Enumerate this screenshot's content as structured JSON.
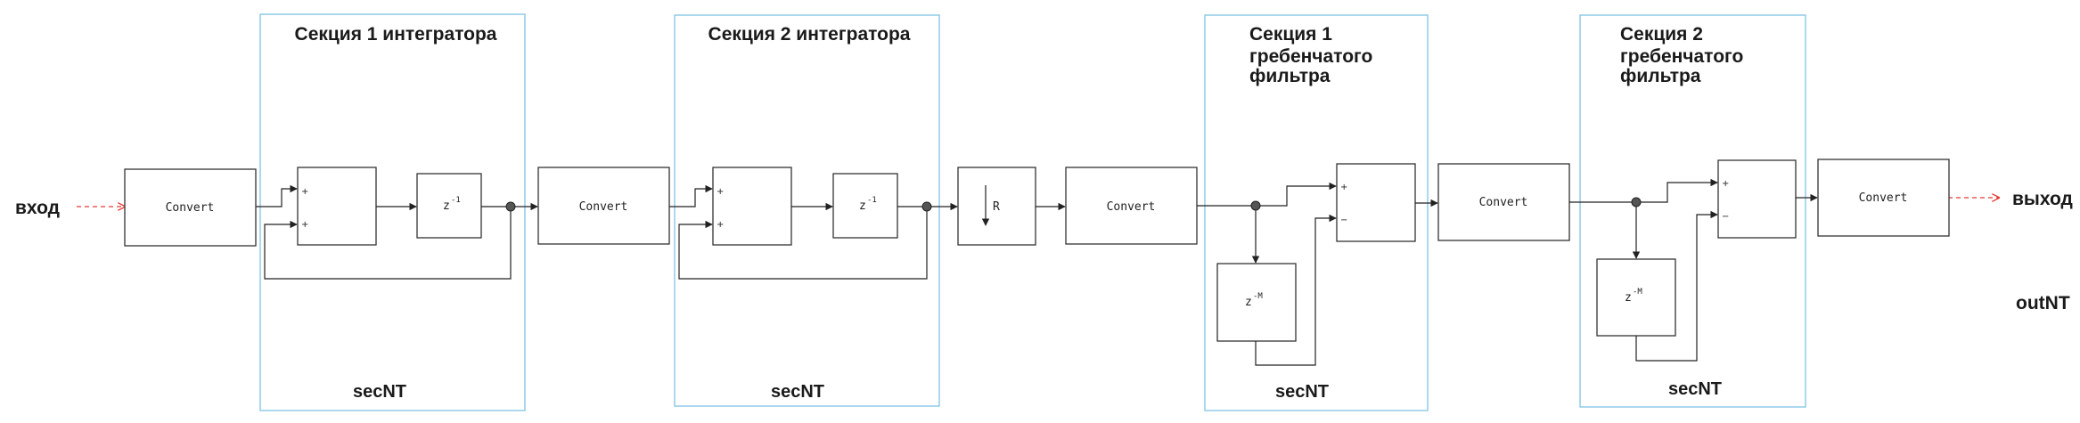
{
  "io": {
    "input_label": "вход",
    "output_label": "выход",
    "output_type_label": "outNT"
  },
  "sections": [
    {
      "title_lines": [
        "Секция 1 интегратора"
      ],
      "footer": "secNT"
    },
    {
      "title_lines": [
        "Секция 2 интегратора"
      ],
      "footer": "secNT"
    },
    {
      "title_lines": [
        "Секция 1",
        "гребенчатого",
        "фильтра"
      ],
      "footer": "secNT"
    },
    {
      "title_lines": [
        "Секция 2",
        "гребенчатого",
        "фильтра"
      ],
      "footer": "secNT"
    }
  ],
  "blocks": {
    "convert_label": "Convert",
    "delay_label": "z",
    "delay_exponent": "-1",
    "comb_delay_label": "z",
    "comb_delay_exponent": "-M",
    "downsample_label": "R",
    "plus_sign": "+",
    "minus_sign": "−"
  },
  "colors": {
    "section_border": "#7fc4e4",
    "input_arrow": "#e53935",
    "output_arrow": "#e53935",
    "wire": "#222222",
    "junction": "#555555"
  }
}
